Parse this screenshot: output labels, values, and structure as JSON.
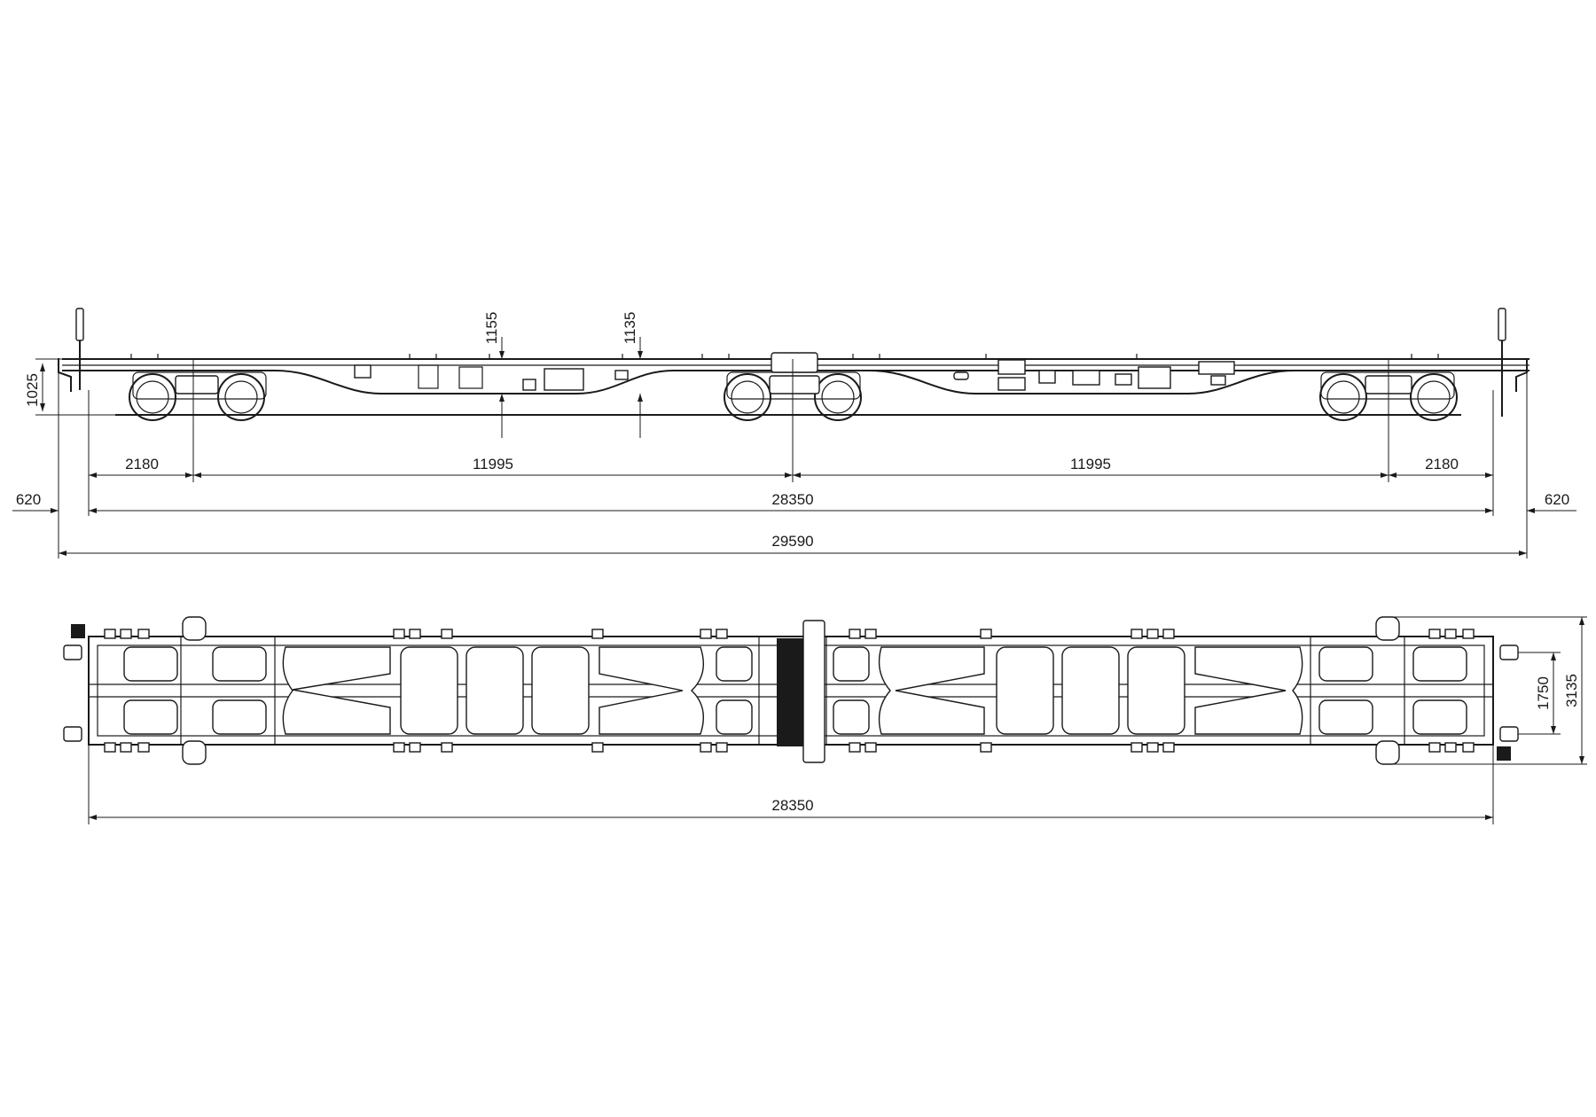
{
  "dimensions": {
    "side_height_left": "1025",
    "side_height_mid_a": "1155",
    "side_height_mid_b": "1135",
    "overhang_left": "2180",
    "bogie_span_left": "11995",
    "bogie_span_right": "11995",
    "overhang_right": "2180",
    "coupler_left": "620",
    "coupler_right": "620",
    "length_frame": "28350",
    "length_total": "29590",
    "plan_width_inner": "1750",
    "plan_width_outer": "3135",
    "plan_length": "28350"
  },
  "colors": {
    "line": "#1a1a1a",
    "background": "#ffffff"
  }
}
